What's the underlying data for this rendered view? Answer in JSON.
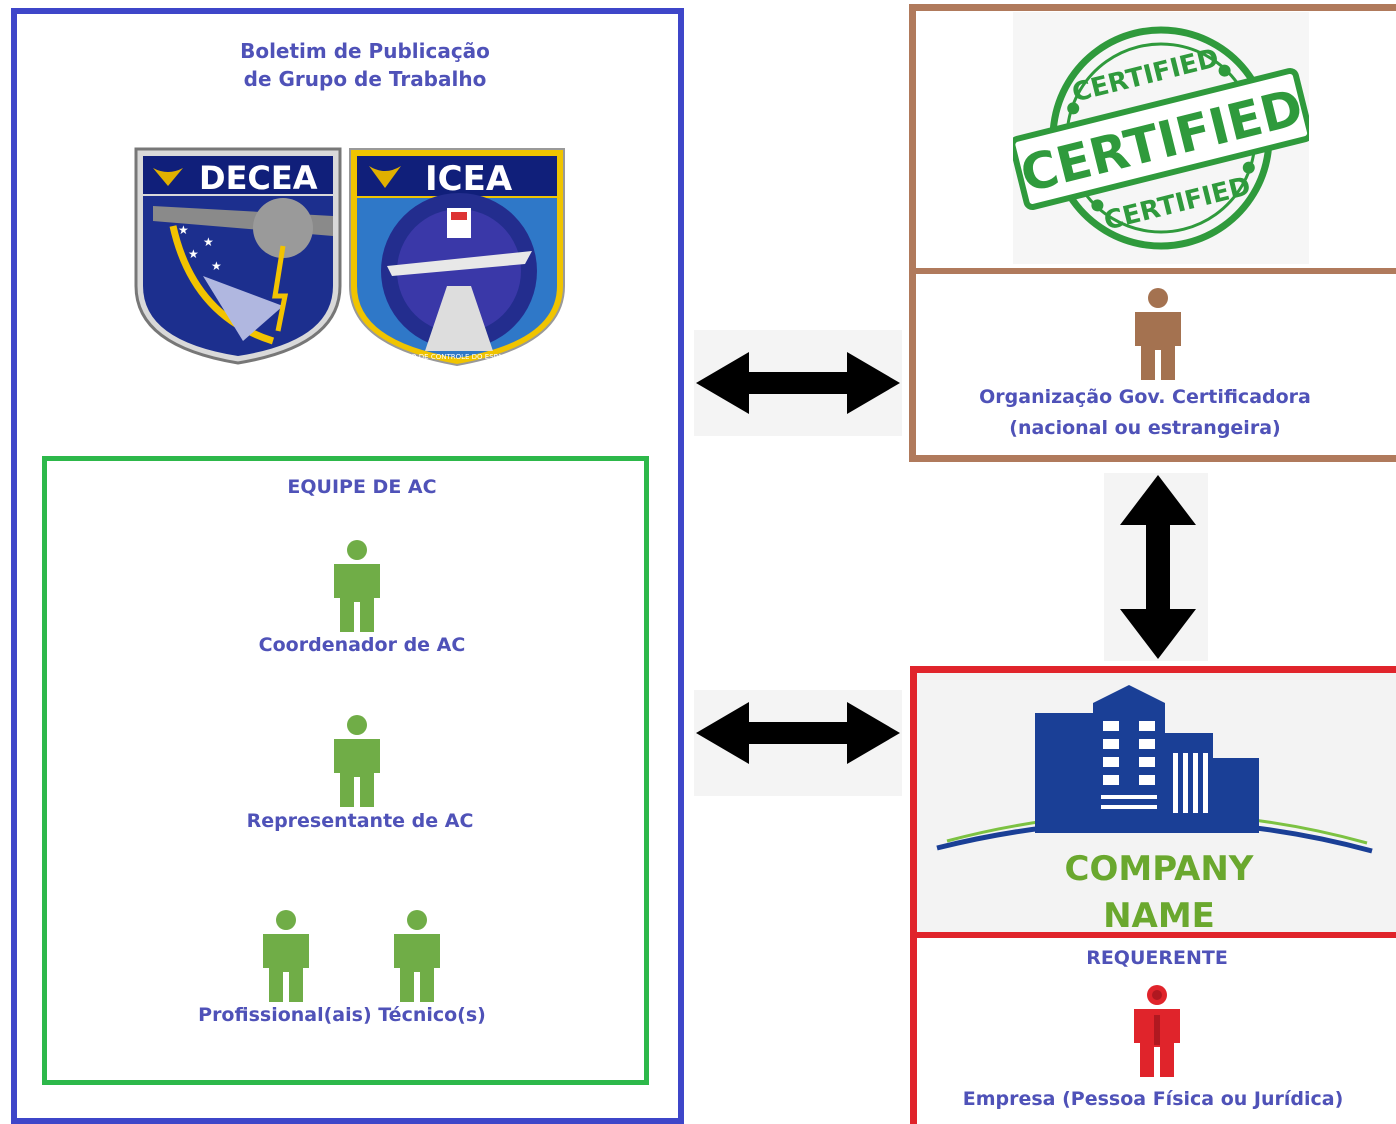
{
  "bulletin": {
    "line1": "Boletim de Publicação",
    "line2": "de Grupo de Trabalho"
  },
  "logos": {
    "decea": "DECEA",
    "icea": "ICEA",
    "icea_ring": "INSTITUTO DE CONTROLE DO ESPAÇO AÉREO"
  },
  "team": {
    "title": "EQUIPE DE AC",
    "coordinator": "Coordenador de AC",
    "representative": "Representante de AC",
    "technicians": "Profissional(ais) Técnico(s)"
  },
  "certifier": {
    "stamp_top": "CERTIFIED",
    "stamp_center": "CERTIFIED",
    "stamp_bottom": "CERTIFIED",
    "line1": "Organização Gov. Certificadora",
    "line2": "(nacional ou estrangeira)"
  },
  "requester": {
    "company_line1": "COMPANY",
    "company_line2": "NAME",
    "title": "REQUERENTE",
    "label": "Empresa (Pessoa Física ou Jurídica)"
  },
  "colors": {
    "left_border": "#3e46c9",
    "team_border": "#2db84a",
    "certifier_border": "#b07a5c",
    "requester_border": "#e0242b",
    "person_green": "#70ad47",
    "person_brown": "#a47250",
    "person_red": "#e0242b",
    "text_blue": "#4f52b8"
  }
}
